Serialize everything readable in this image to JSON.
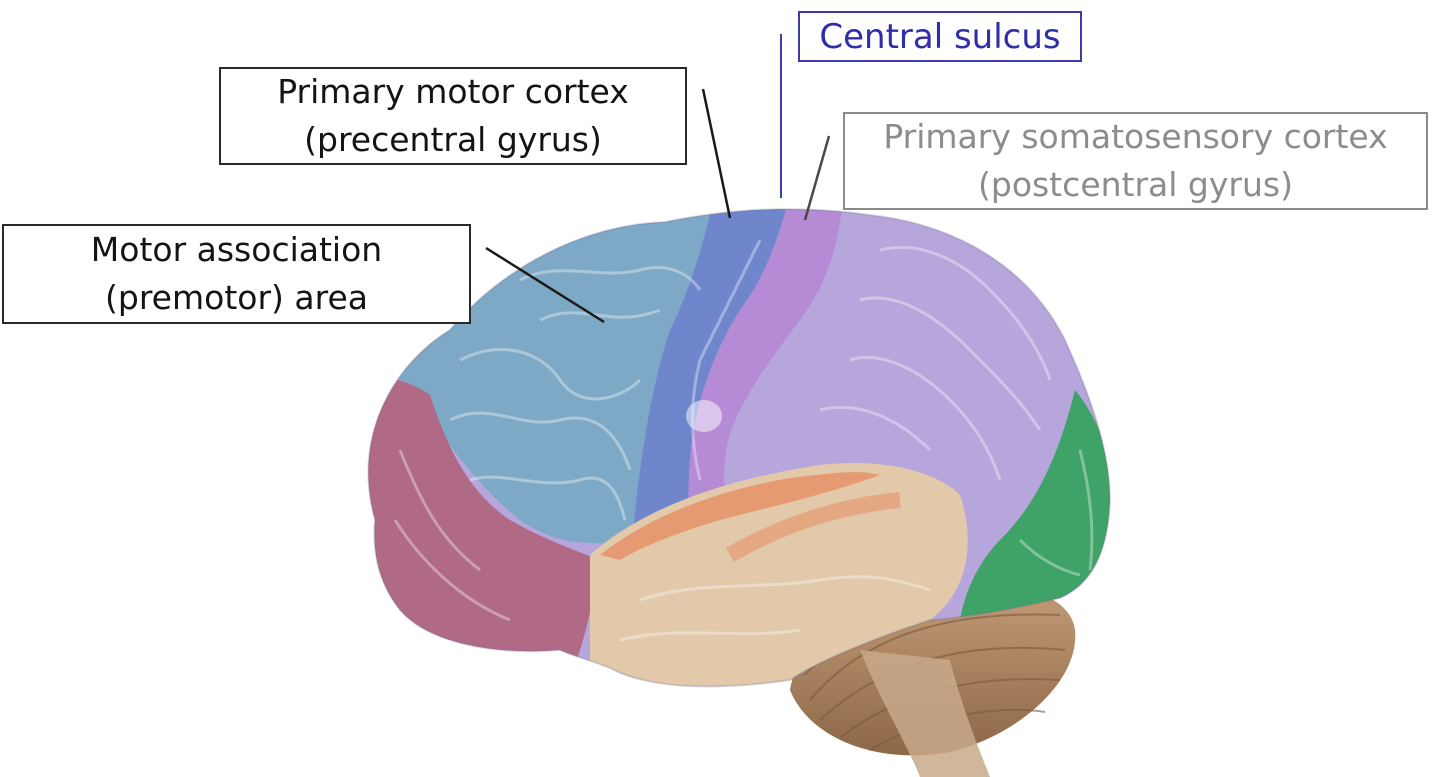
{
  "labels": {
    "central_sulcus": "Central sulcus",
    "primary_motor": [
      "Primary motor cortex",
      "(precentral gyrus)"
    ],
    "motor_association": [
      "Motor association",
      "(premotor) area"
    ],
    "somatosensory": [
      "Primary somatosensory cortex",
      "(postcentral gyrus)"
    ]
  },
  "colors": {
    "central_sulcus_label": "#3b3bb0",
    "somatosensory_label": "#8c8c8c",
    "frontal_premotor": "#7ea9c6",
    "prefrontal": "#b06a86",
    "primary_motor": "#6f86cc",
    "somatosensory": "#b58bd6",
    "parietal": "#b7a6dc",
    "temporal": "#e2c9aa",
    "auditory": "#e69a72",
    "occipital": "#3fa368",
    "cerebellum": "#b08a68"
  }
}
